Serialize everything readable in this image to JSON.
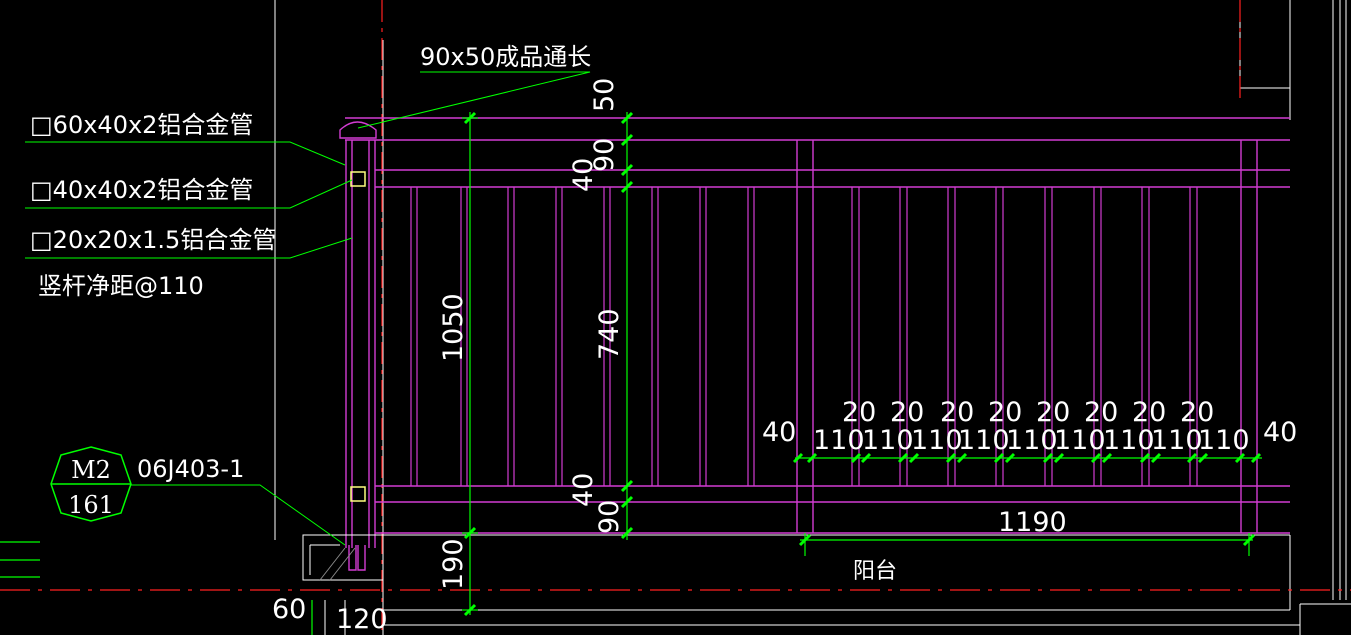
{
  "labels": {
    "handrail": "90x50成品通长",
    "post": "□60x40x2铝合金管",
    "rail": "□40x40x2铝合金管",
    "baluster": "□20x20x1.5铝合金管",
    "spacing": "竖杆净距@110",
    "ref_code": "06J403-1",
    "ref_top": "M2",
    "ref_bottom": "161",
    "room": "阳台"
  },
  "dims": {
    "d50": "50",
    "d90_top": "90",
    "d40_top": "40",
    "d740": "740",
    "d40_bot": "40",
    "d90_bot": "90",
    "d1050": "1050",
    "d190": "190",
    "d60": "60",
    "d120": "120",
    "d1190": "1190",
    "side40_left": "40",
    "side40_right": "40",
    "gap110": "110",
    "bar20": "20"
  },
  "colors": {
    "railing": "#d23cd2",
    "dimension": "#00ff00",
    "leader": "#00ff00",
    "axis": "#ff2020",
    "wall": "#ffffff",
    "highlight": "#ffff80"
  }
}
